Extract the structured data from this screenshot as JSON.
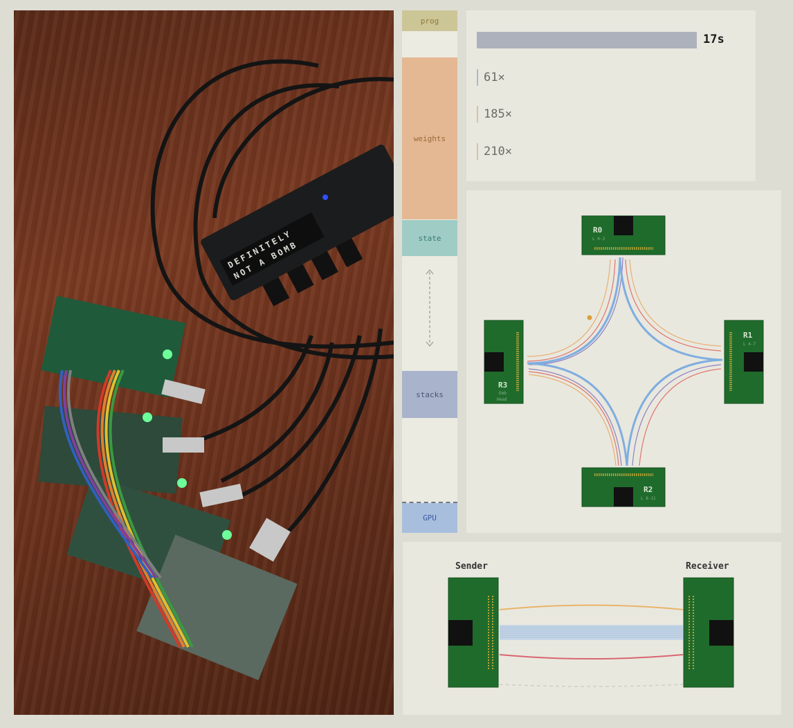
{
  "photo": {
    "description": "USB hub with green-lit microcontroller boards connected by rainbow ribbon cables",
    "label_text": "DEFINITELY NOT A BOMB"
  },
  "memory_column": {
    "segments": [
      {
        "label": "prog",
        "color": "#ccc596",
        "text_color": "#8a7a3a"
      },
      {
        "label": "weights",
        "color": "#e4b892",
        "text_color": "#9a6a3a"
      },
      {
        "label": "state",
        "color": "#9fccc5",
        "text_color": "#3a7a70"
      },
      {
        "label": "stacks",
        "color": "#a9b3cc",
        "text_color": "#4a5575"
      },
      {
        "label": "GPU",
        "color": "#a7bfdd",
        "text_color": "#3a5aa0"
      }
    ],
    "arrow_icon": "double-arrow-vertical-icon"
  },
  "stats": {
    "time_label": "17s",
    "time_fraction": 0.85,
    "ratios": [
      {
        "label": "61×",
        "tick_color": "#a9b8cc"
      },
      {
        "label": "185×",
        "tick_color": "#cdc6a8"
      },
      {
        "label": "210×",
        "tick_color": "#cdc6a8"
      }
    ]
  },
  "ring": {
    "nodes": [
      {
        "id": "R0",
        "sub": "L 0-3"
      },
      {
        "id": "R1",
        "sub": "L 4-7"
      },
      {
        "id": "R2",
        "sub": "L 8-11"
      },
      {
        "id": "R3",
        "sub": "Emb",
        "sub2": "Head"
      }
    ],
    "colors": {
      "blue": "#7faee0",
      "red": "#e0746e",
      "orange": "#e8b070",
      "purple": "#9080c0",
      "pcb": "#1f6b2c"
    }
  },
  "p2p": {
    "sender_label": "Sender",
    "receiver_label": "Receiver",
    "wire_colors": {
      "top": "#e8b46a",
      "bundle": "#b8cde2",
      "bottom": "#d86670",
      "dashed": "#cfcfc6"
    }
  }
}
